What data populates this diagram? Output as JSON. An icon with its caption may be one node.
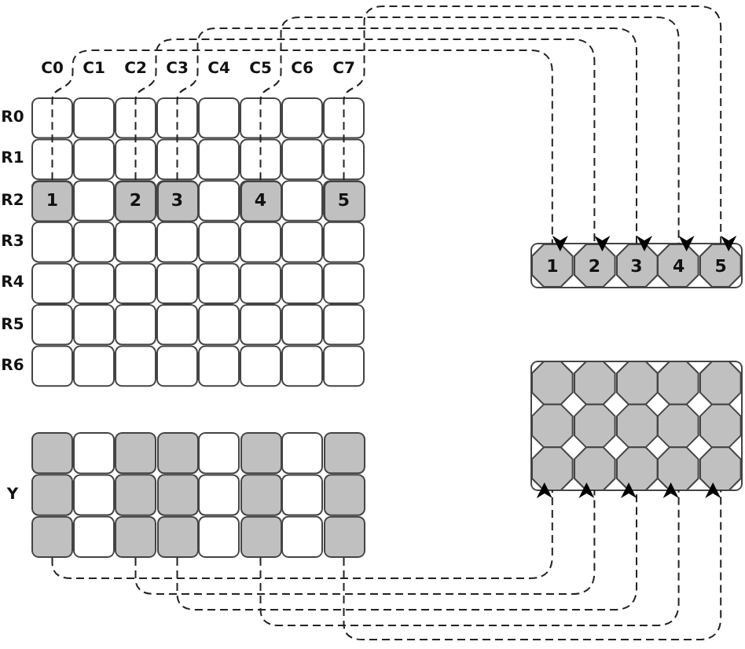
{
  "diagram": {
    "nodes": [
      {
        "text": [
          "1"
        ]
      },
      {
        "text": [
          "2"
        ]
      },
      {
        "text": [
          "3"
        ]
      },
      {
        "text": [
          "4"
        ]
      },
      {
        "text": [
          "5"
        ]
      },
      {
        "text": [
          "1"
        ]
      },
      {
        "text": [
          "2"
        ]
      },
      {
        "text": [
          "3"
        ]
      },
      {
        "text": [
          "4"
        ]
      },
      {
        "text": [
          "5"
        ]
      },
      {
        "text": [],
        "shape": "box"
      },
      {
        "text": [],
        "shape": "box"
      },
      {
        "text": [],
        "shape": "box"
      },
      {
        "text": [],
        "shape": "box"
      },
      {
        "text": [],
        "shape": "box"
      },
      {
        "text": [],
        "shape": "octagon"
      },
      {
        "text": [],
        "shape": "octagon"
      },
      {
        "text": [],
        "shape": "octagon"
      },
      {
        "text": [],
        "shape": "octagon"
      },
      {
        "text": [],
        "shape": "octagon"
      }
    ],
    "edges": [
      {
        "from": 0,
        "to": 5,
        "arrow": "to",
        "style": "dashed"
      },
      {
        "from": 1,
        "to": 6,
        "arrow": "to",
        "style": "dashed"
      },
      {
        "from": 2,
        "to": 7,
        "arrow": "to",
        "style": "dashed"
      },
      {
        "from": 3,
        "to": 8,
        "arrow": "to",
        "style": "dashed"
      },
      {
        "from": 4,
        "to": 9,
        "arrow": "to",
        "style": "dashed"
      },
      {
        "from": 10,
        "to": 15,
        "arrow": "to",
        "style": "dashed"
      },
      {
        "from": 11,
        "to": 16,
        "arrow": "to",
        "style": "dashed"
      },
      {
        "from": 12,
        "to": 17,
        "arrow": "to",
        "style": "dashed"
      },
      {
        "from": 13,
        "to": 18,
        "arrow": "to",
        "style": "dashed"
      },
      {
        "from": 14,
        "to": 19,
        "arrow": "to",
        "style": "dashed"
      }
    ],
    "labels": [
      "C0",
      "C1",
      "C2",
      "C3",
      "C4",
      "C5",
      "C6",
      "C7",
      "R0",
      "R1",
      "R2",
      "R3",
      "R4",
      "R5",
      "R6",
      "Y"
    ]
  }
}
